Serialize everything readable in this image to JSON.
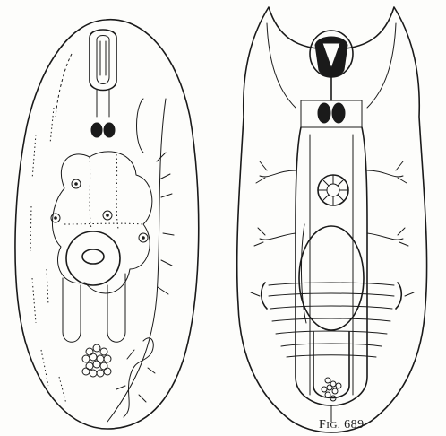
{
  "figure": {
    "caption_prefix": "F",
    "caption_rest": "IG.",
    "caption_number": "689"
  },
  "colors": {
    "ink": "#1a1a1a",
    "paper": "#fdfdfb"
  }
}
